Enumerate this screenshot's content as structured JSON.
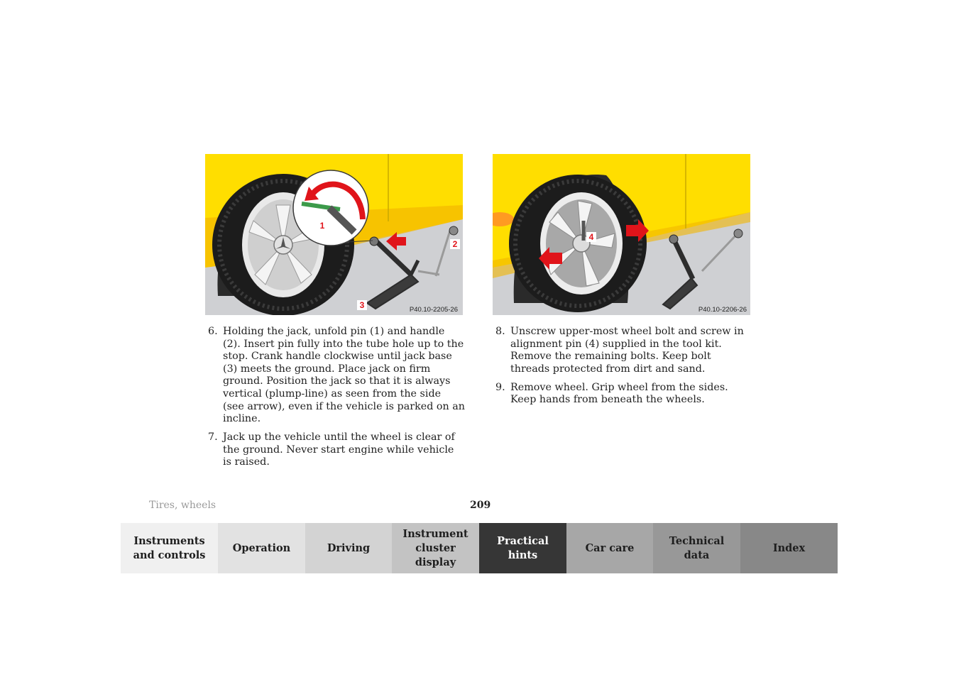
{
  "figures": {
    "left": {
      "code": "P40.10-2205-26",
      "callouts": [
        "1",
        "2",
        "3"
      ]
    },
    "right": {
      "code": "P40.10-2206-26",
      "callouts": [
        "4"
      ]
    }
  },
  "steps_left": [
    {
      "num": "6.",
      "text": "Holding the jack, unfold pin (1) and handle (2). Insert pin fully into the tube hole up to the stop. Crank handle clockwise until jack base (3) meets the ground. Place jack on firm ground. Position the jack so that it is always vertical (plump-line) as seen from the side (see arrow), even if the vehicle is parked on an incline."
    },
    {
      "num": "7.",
      "text": "Jack up the vehicle until the wheel is clear of the ground. Never start engine while vehicle is raised."
    }
  ],
  "steps_right": [
    {
      "num": "8.",
      "text": "Unscrew upper-most wheel bolt and screw in alignment pin (4) supplied in the tool kit. Remove the remaining bolts. Keep bolt threads protected from dirt and sand."
    },
    {
      "num": "9.",
      "text": "Remove wheel. Grip wheel from the sides. Keep hands from beneath the wheels."
    }
  ],
  "footer": {
    "section": "Tires, wheels",
    "page": "209"
  },
  "nav": [
    {
      "label": "Instruments\nand controls",
      "bg": "#f0f0f0",
      "color": "#1e1e1e",
      "active": false
    },
    {
      "label": "Operation",
      "bg": "#e2e2e2",
      "color": "#1e1e1e",
      "active": false
    },
    {
      "label": "Driving",
      "bg": "#d3d3d3",
      "color": "#1e1e1e",
      "active": false
    },
    {
      "label": "Instrument\ncluster display",
      "bg": "#c3c3c3",
      "color": "#1e1e1e",
      "active": false
    },
    {
      "label": "Practical hints",
      "bg": "#363636",
      "color": "#ffffff",
      "active": true
    },
    {
      "label": "Car care",
      "bg": "#a7a7a7",
      "color": "#1e1e1e",
      "active": false
    },
    {
      "label": "Technical\ndata",
      "bg": "#989898",
      "color": "#1e1e1e",
      "active": false
    },
    {
      "label": "Index",
      "bg": "#888888",
      "color": "#1e1e1e",
      "active": false
    }
  ],
  "colors": {
    "car_yellow": "#ffde00",
    "arrow_red": "#e0141a",
    "ground_grey": "#c8c9cc"
  }
}
